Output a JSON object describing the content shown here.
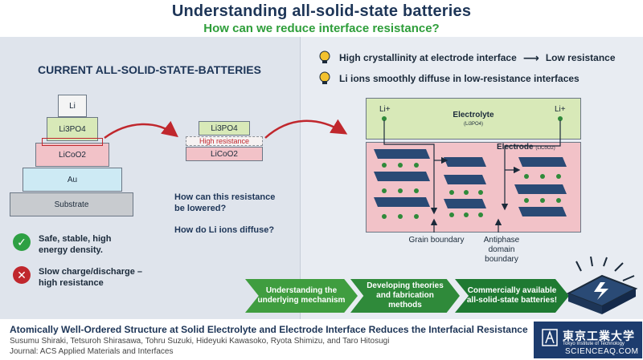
{
  "header": {
    "title": "Understanding all-solid-state batteries",
    "subtitle": "How can we reduce interface resistance?"
  },
  "left": {
    "heading": "CURRENT ALL-SOLID-STATE-BATTERIES",
    "stack": {
      "li": "Li",
      "lipo": "Li3PO4",
      "licoo": "LiCoO2",
      "au": "Au",
      "substrate": "Substrate"
    },
    "status": [
      {
        "icon": "check-icon",
        "text": "Safe, stable, high energy density."
      },
      {
        "icon": "cross-icon",
        "text": "Slow charge/discharge – high resistance"
      }
    ]
  },
  "middle": {
    "lipo": "Li3PO4",
    "high_resistance": "High resistance",
    "licoo": "LiCoO2",
    "questions": [
      "How can this resistance be lowered?",
      "How do Li ions diffuse?"
    ]
  },
  "right": {
    "bullet1_left": "High crystallinity at electrode interface",
    "bullet1_right": "Low resistance",
    "bullet2": "Li ions smoothly diffuse in low-resistance interfaces",
    "li_plus": "Li+",
    "electrolyte": "Electrolyte",
    "electrolyte_sub": "(Li3PO4)",
    "electrode": "Electrode",
    "electrode_sub": "(LiCoO2)",
    "grain_boundary": "Grain boundary",
    "antiphase": "Antiphase domain boundary"
  },
  "flow": [
    "Understanding the underlying mechanism",
    "Developing theories and fabrication methods",
    "Commercially available all-solid-state batteries!"
  ],
  "footer": {
    "paper_title": "Atomically Well-Ordered Structure at Solid Electrolyte and Electrode Interface Reduces the Interfacial Resistance",
    "authors": "Susumu Shiraki, Tetsuroh Shirasawa, Tohru Suzuki, Hideyuki Kawasoko, Ryota Shimizu, and Taro Hitosugi",
    "journal": "Journal: ACS Applied Materials and Interfaces",
    "logo_jp": "東京工業大学",
    "logo_en": "Tokyo Institute of Technology",
    "watermark": "SCIENCEAQ.COM"
  },
  "colors": {
    "navy": "#1d3557",
    "green": "#2e9e3a",
    "red": "#c0272d",
    "electrolyte": "#d8e9b8",
    "electrode": "#f2c2c8"
  }
}
